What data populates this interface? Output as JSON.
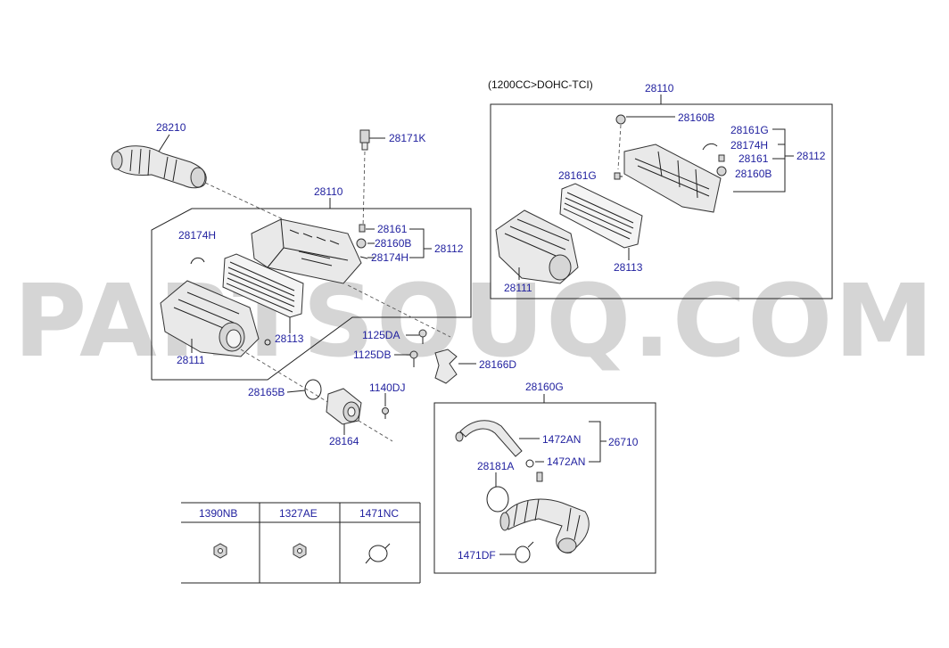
{
  "watermark": "PARTSOUQ.COM",
  "variant_note": "(1200CC>DOHC-TCI)",
  "labels": {
    "l28210": "28210",
    "l28171K": "28171K",
    "l28110_main": "28110",
    "l28174H_left": "28174H",
    "l28161_main": "28161",
    "l28160B_main": "28160B",
    "l28174H_main": "28174H",
    "l28112_main": "28112",
    "l28111_main": "28111",
    "l28113_main": "28113",
    "l1125DA": "1125DA",
    "l1125DB": "1125DB",
    "l28166D": "28166D",
    "l28165B": "28165B",
    "l1140DJ": "1140DJ",
    "l28164": "28164",
    "l28110_var": "28110",
    "l28160B_var_top": "28160B",
    "l28161G_var_a": "28161G",
    "l28174H_var": "28174H",
    "l28161_var": "28161",
    "l28160B_var_b": "28160B",
    "l28112_var": "28112",
    "l28161G_var_b": "28161G",
    "l28113_var": "28113",
    "l28111_var": "28111",
    "l28160G": "28160G",
    "l1472AN_a": "1472AN",
    "l26710": "26710",
    "l1472AN_b": "1472AN",
    "l28181A": "28181A",
    "l1471DF": "1471DF"
  },
  "fastener_table": {
    "headers": [
      "1390NB",
      "1327AE",
      "1471NC"
    ]
  }
}
